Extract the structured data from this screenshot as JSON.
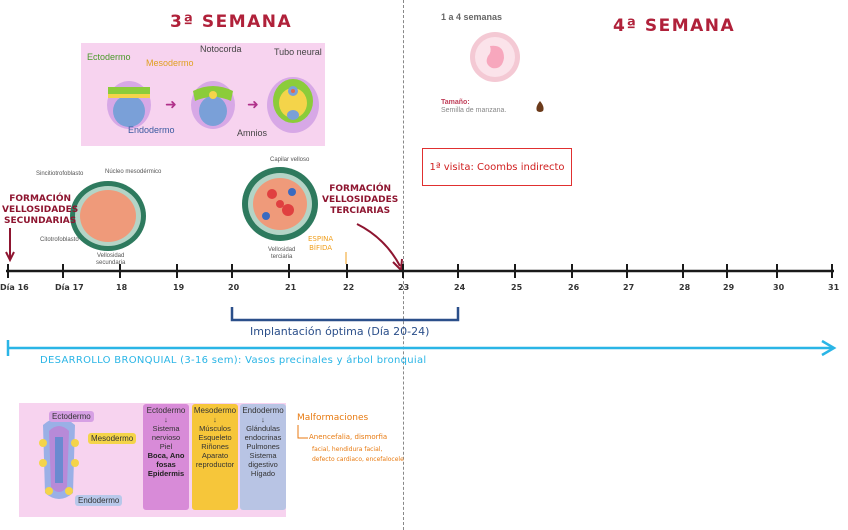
{
  "week3": {
    "title": "3ª SEMANA"
  },
  "week4": {
    "title": "4ª SEMANA"
  },
  "top_panel": {
    "ectoderm": "Ectodermo",
    "mesoderm": "Mesodermo",
    "endoderm": "Endodermo",
    "notochord": "Notocorda",
    "neural_tube": "Tubo neural",
    "amnion": "Amnios"
  },
  "info_card": {
    "header": "1 a 4 semanas",
    "size_label": "Tamaño:",
    "size_value": "Semilla de manzana."
  },
  "visit_box": {
    "text": "1ª visita: Coombs indirecto"
  },
  "villi_left": {
    "syncytio": "Sincitiotrofoblasto",
    "mesoderm_core": "Núcleo mesodérmico",
    "cytotrophoblast": "Citotrofoblasto",
    "caption_1": "Vellosidad",
    "caption_2": "secundaria"
  },
  "villi_right": {
    "capillary": "Capilar velloso",
    "caption_1": "Vellosidad",
    "caption_2": "terciaria"
  },
  "secondary_formation": {
    "line1": "FORMACIÓN",
    "line2": "VELLOSIDADES",
    "line3": "SECUNDARIAS"
  },
  "tertiary_formation": {
    "line1": "FORMACIÓN",
    "line2": "VELLOSIDADES",
    "line3": "TERCIARIAS"
  },
  "espina": {
    "line1": "ESPINA",
    "line2": "BÍFIDA"
  },
  "timeline": {
    "labels": [
      "Día 16",
      "Día 17",
      "18",
      "19",
      "20",
      "21",
      "22",
      "23",
      "24",
      "25",
      "26",
      "27",
      "28",
      "29",
      "30",
      "31"
    ]
  },
  "implantation": {
    "text": "Implantación óptima (Día 20-24)"
  },
  "bronchial": {
    "text": "DESARROLLO BRONQUIAL (3-16 sem): Vasos precinales y árbol bronquial"
  },
  "bottom_panel": {
    "ectoderm_lbl": "Ectodermo",
    "mesoderm_lbl": "Mesodermo",
    "endoderm_lbl": "Endodermo",
    "col_ecto": {
      "title": "Ectodermo",
      "arrow": "↓",
      "l1": "Sistema",
      "l2": "nervioso",
      "l3": "Piel",
      "l4": "Boca, Ano",
      "l5": "fosas",
      "l6": "Epidermis"
    },
    "col_meso": {
      "title": "Mesodermo",
      "arrow": "↓",
      "l1": "Músculos",
      "l2": "Esqueleto",
      "l3": "Riñones",
      "l4": "Aparato",
      "l5": "reproductor"
    },
    "col_endo": {
      "title": "Endodermo",
      "arrow": "↓",
      "l1": "Glándulas",
      "l2": "endocrinas",
      "l3": "Pulmones",
      "l4": "Sistema",
      "l5": "digestivo",
      "l6": "Hígado"
    }
  },
  "malformations": {
    "title": "Malformaciones",
    "l1": "Anencefalia, dismorfia",
    "l2": "facial, hendidura facial,",
    "l3": "defecto cardiaco, encefalocele"
  },
  "colors": {
    "week": "#b0213a",
    "formation": "#8e1530",
    "timeline": "#1a1a1a",
    "implantation": "#2b4f8a",
    "bronchial": "#2ab5e6",
    "espina": "#f0a020",
    "malformations": "#e87a10",
    "panel": "#f7d3ef"
  }
}
